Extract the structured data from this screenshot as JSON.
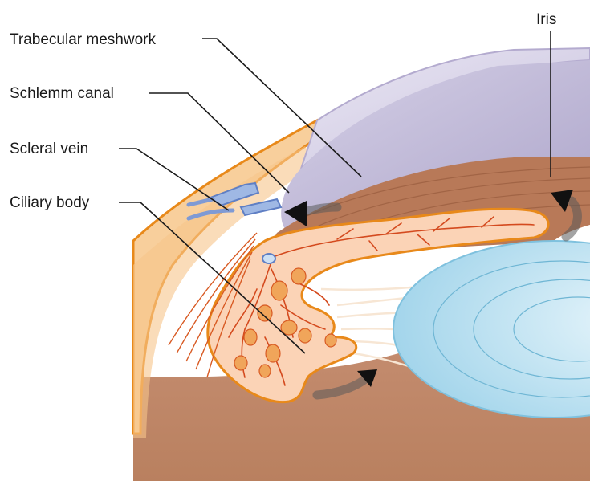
{
  "diagram": {
    "labels": {
      "trabecular_meshwork": "Trabecular meshwork",
      "schlemm_canal": "Schlemm canal",
      "scleral_vein": "Scleral vein",
      "ciliary_body": "Ciliary body",
      "iris": "Iris"
    },
    "colors": {
      "sclera": "#f6c48a",
      "sclera_outline": "#e8891a",
      "cornea": "#d9d6ea",
      "anterior_chamber": "#b9b2d3",
      "iris": "#b87958",
      "ciliary_body": "#fbd3b6",
      "vessel": "#d44a1e",
      "lens": "#bfe4f2",
      "lens_ring": "#6fb6d4",
      "canal": "#9fb8e4",
      "canal_outline": "#5f7fc4",
      "posterior_chamber": "#c8947c",
      "arrow": "#111111"
    }
  }
}
